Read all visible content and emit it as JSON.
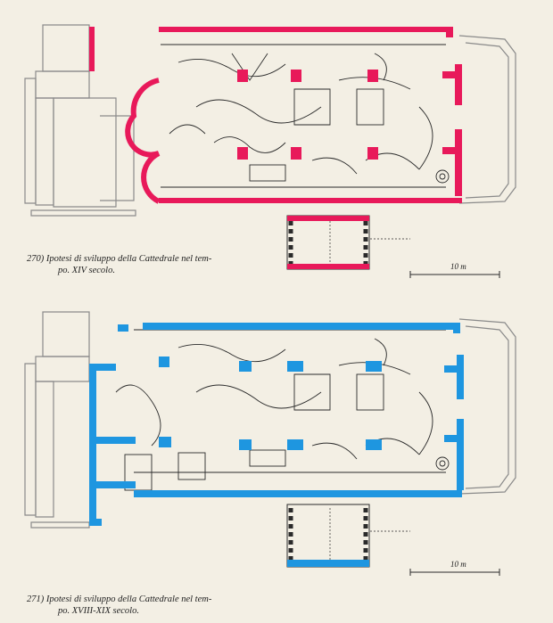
{
  "figures": [
    {
      "caption_line1": "270) Ipotesi di sviluppo della Cattedrale nel tem-",
      "caption_line2": "po. XIV secolo.",
      "scale_label": "10 m",
      "highlight_color": "#e8195a"
    },
    {
      "caption_line1": "271) Ipotesi di sviluppo della Cattedrale nel tem-",
      "caption_line2": "po. XVIII-XIX secolo.",
      "scale_label": "10 m",
      "highlight_color": "#1e96e0"
    }
  ],
  "colors": {
    "paper": "#f3efe4",
    "ink": "#2a2a2a",
    "gray_outline": "#8a8a8a"
  }
}
